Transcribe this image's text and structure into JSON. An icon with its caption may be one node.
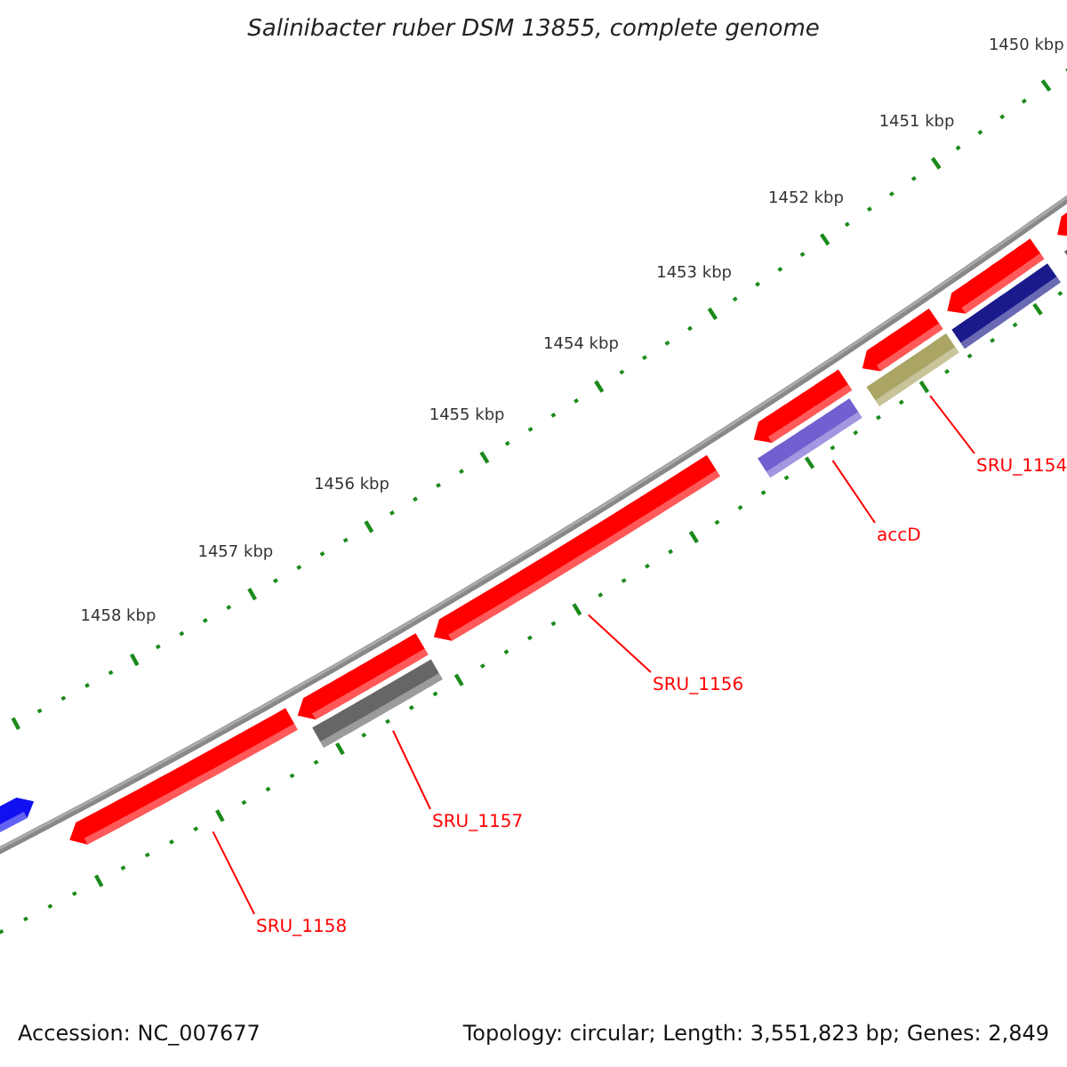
{
  "diagram": {
    "title": "Salinibacter ruber DSM 13855, complete genome",
    "nodes": [
      {
        "text": [
          "SRU_1154"
        ]
      },
      {
        "text": [
          "accD"
        ]
      },
      {
        "text": [
          "SRU_1156"
        ]
      },
      {
        "text": [
          "SRU_1157"
        ]
      },
      {
        "text": [
          "SRU_1158"
        ]
      }
    ],
    "edges": [
      {
        "from": 0,
        "to": null,
        "arrow": "none"
      },
      {
        "from": 1,
        "to": null,
        "arrow": "none"
      },
      {
        "from": 2,
        "to": null,
        "arrow": "none"
      },
      {
        "from": 3,
        "to": null,
        "arrow": "none"
      },
      {
        "from": 4,
        "to": null,
        "arrow": "none"
      }
    ],
    "labels": [
      "1450 kbp",
      "1451 kbp",
      "1452 kbp",
      "1453 kbp",
      "1454 kbp",
      "1455 kbp",
      "1456 kbp",
      "1457 kbp",
      "1458 kbp",
      "Accession: NC_007677",
      "Topology: circular; Length: 3,551,823 bp; Genes: 2,849"
    ]
  }
}
